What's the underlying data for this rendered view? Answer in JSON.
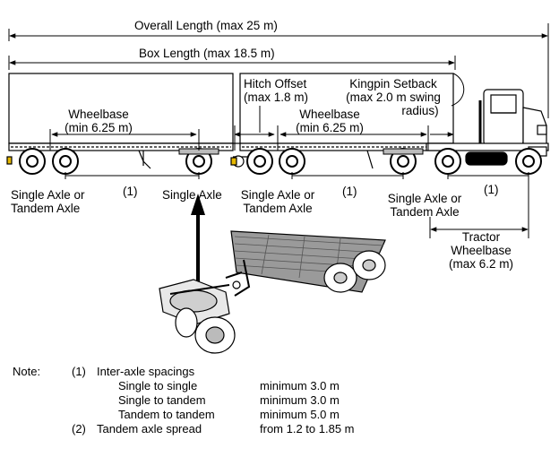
{
  "dimensions": {
    "overall_length": "Overall Length (max 25 m)",
    "box_length": "Box Length (max 18.5 m)",
    "hitch_offset_line1": "Hitch Offset",
    "hitch_offset_line2": "(max 1.8 m)",
    "kingpin_line1": "Kingpin Setback",
    "kingpin_line2": "(max 2.0 m swing",
    "kingpin_line3": "radius)",
    "wheelbase_lead_line1": "Wheelbase",
    "wheelbase_lead_line2": "(min 6.25 m)",
    "wheelbase_rear_line1": "Wheelbase",
    "wheelbase_rear_line2": "(min 6.25 m)",
    "tractor_wb_line1": "Tractor",
    "tractor_wb_line2": "Wheelbase",
    "tractor_wb_line3": "(max 6.2 m)"
  },
  "spacing_marks": {
    "lead": "(1)",
    "rear": "(1)",
    "tractor": "(1)"
  },
  "axle_labels": {
    "lead_front_line1": "Single Axle or",
    "lead_front_line2": "Tandem Axle",
    "lead_rear": "Single Axle",
    "rear_front_line1": "Single Axle or",
    "rear_front_line2": "Tandem Axle",
    "tractor_line1": "Single Axle or",
    "tractor_line2": "Tandem Axle"
  },
  "notes": {
    "heading": "Note:",
    "n1_marker": "(1)",
    "n1_title": "Inter-axle spacings",
    "rows": [
      {
        "label": "Single to single",
        "value": "minimum 3.0 m"
      },
      {
        "label": "Single to tandem",
        "value": "minimum 3.0 m"
      },
      {
        "label": "Tandem to tandem",
        "value": "minimum 5.0 m"
      }
    ],
    "n2_marker": "(2)",
    "n2_label": "Tandem axle spread",
    "n2_value": "from 1.2 to 1.85 m"
  }
}
